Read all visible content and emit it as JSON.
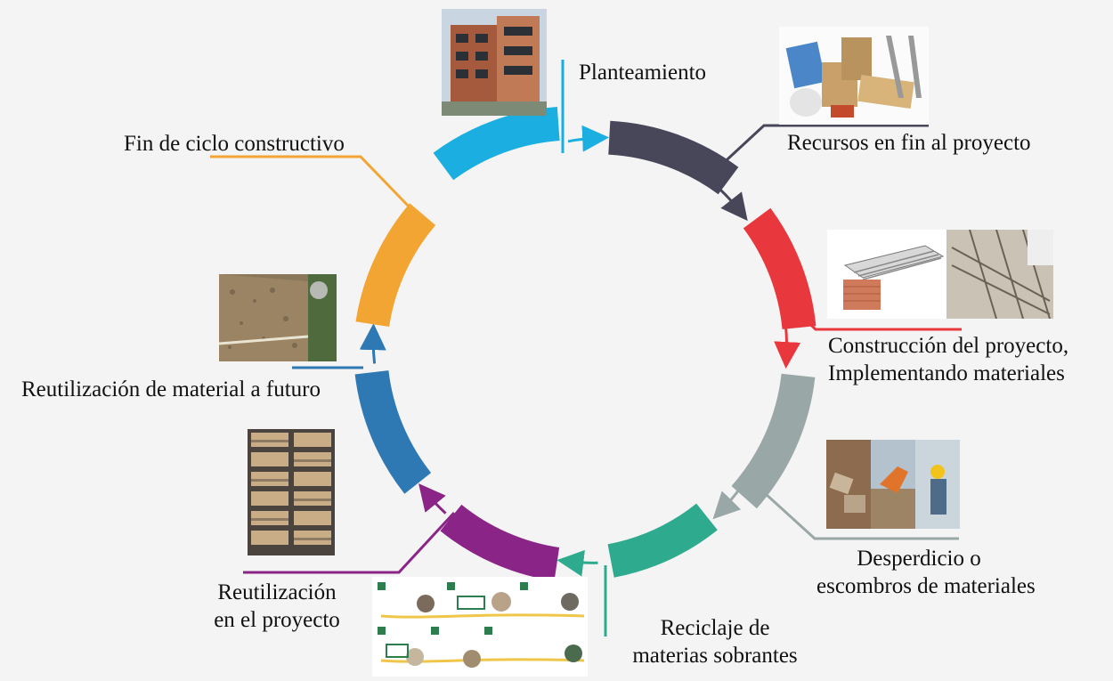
{
  "stages": [
    {
      "id": "planteamiento",
      "label": "Planteamiento",
      "color": "#1aafe0"
    },
    {
      "id": "recursos",
      "label": "Recursos en fin al proyecto",
      "color": "#48475a"
    },
    {
      "id": "construccion",
      "label_line1": "Construcción del proyecto,",
      "label_line2": "Implementando materiales",
      "color": "#e8383d"
    },
    {
      "id": "desperdicio",
      "label_line1": "Desperdicio o",
      "label_line2": "escombros de materiales",
      "color": "#99a8a6"
    },
    {
      "id": "reciclaje",
      "label_line1": "Reciclaje de",
      "label_line2": "materias sobrantes",
      "color": "#2eab8e"
    },
    {
      "id": "reutilizacion_proyecto",
      "label_line1": "Reutilización",
      "label_line2": "en el proyecto",
      "color": "#8a2486"
    },
    {
      "id": "reutilizacion_futuro",
      "label": "Reutilización de material a futuro",
      "color": "#2e78b4"
    },
    {
      "id": "fin_ciclo",
      "label": "Fin de ciclo constructivo",
      "color": "#f3a533"
    }
  ],
  "images": [
    {
      "name": "building-photo"
    },
    {
      "name": "construction-materials-photo"
    },
    {
      "name": "structural-drawing-photo"
    },
    {
      "name": "debris-photo"
    },
    {
      "name": "recycling-infographic"
    },
    {
      "name": "stacked-material-shelves-photo"
    },
    {
      "name": "rammed-earth-wall-photo"
    }
  ]
}
